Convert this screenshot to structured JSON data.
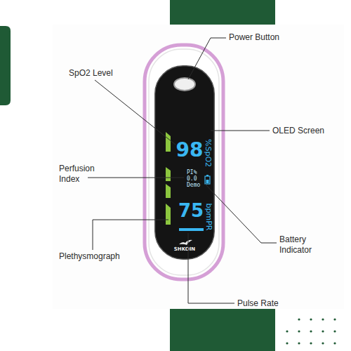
{
  "diagram": {
    "nodes": [
      {
        "text": [
          "98",
          "%SpO2",
          "PI% 0.0 Demo",
          "75",
          "bpmPR",
          "SHKOIN"
        ]
      }
    ],
    "labels": [
      "Power Button",
      "SpO2 Level",
      "OLED Screen",
      "Perfusion Index",
      "Battery Indicator",
      "Plethysmograph",
      "Pulse Rate"
    ]
  }
}
